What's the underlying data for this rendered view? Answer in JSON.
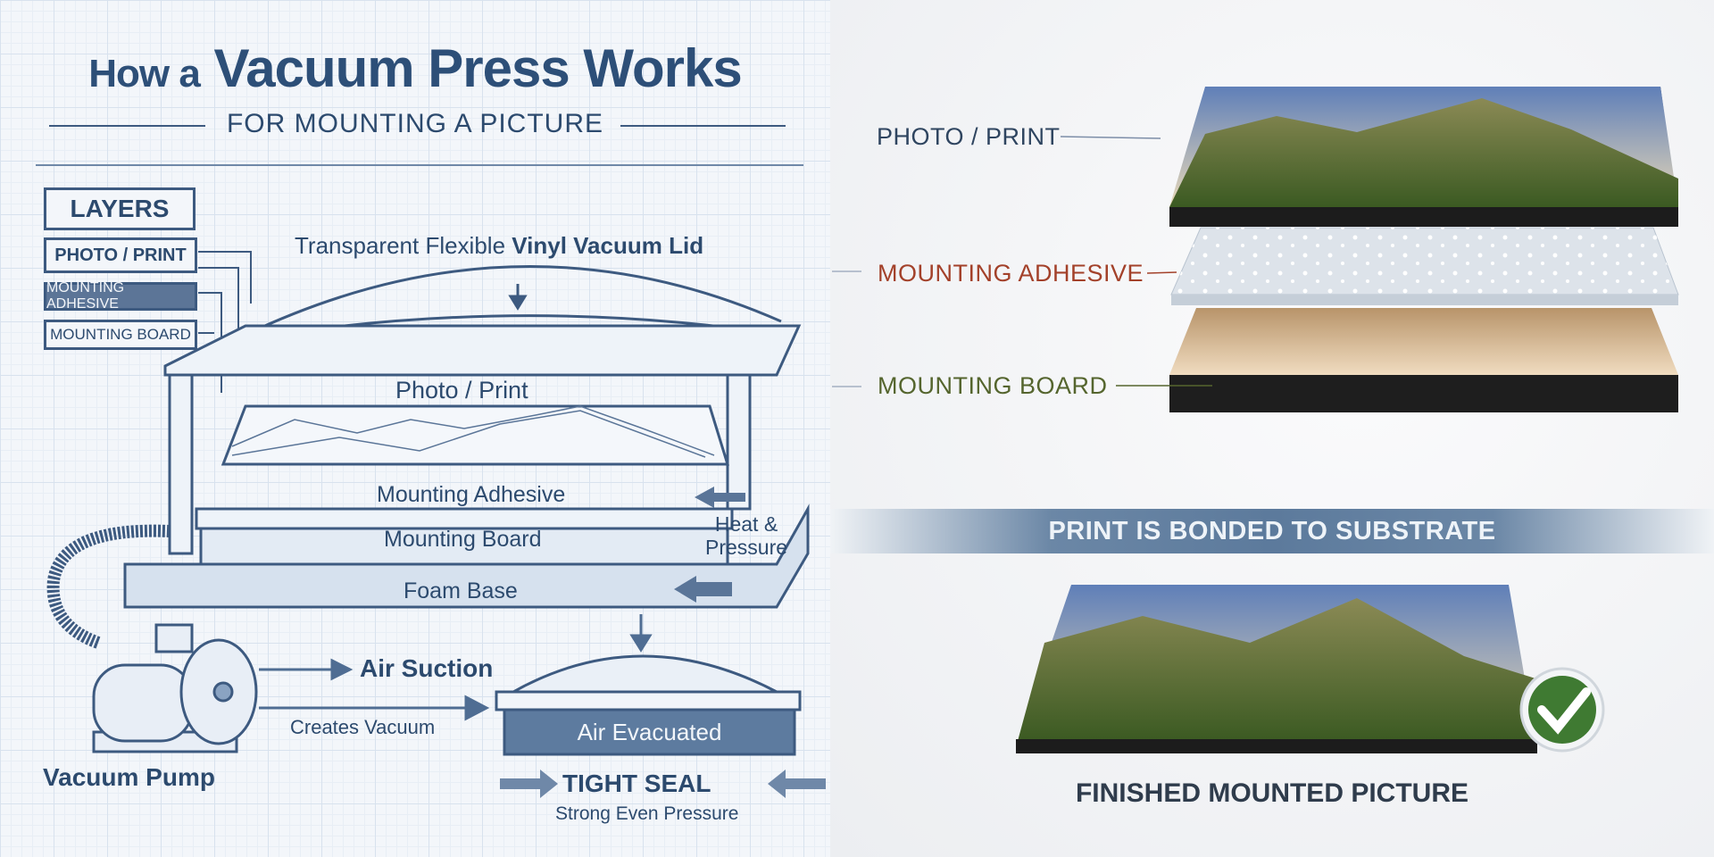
{
  "left_panel": {
    "title_prefix": "How a",
    "title_main": "Vacuum Press Works",
    "subtitle": "FOR MOUNTING A PICTURE",
    "layers": {
      "heading": "LAYERS",
      "items": [
        "PHOTO / PRINT",
        "MOUNTING ADHESIVE",
        "MOUNTING BOARD"
      ]
    },
    "lid_label_regular": "Transparent Flexible",
    "lid_label_bold": "Vinyl Vacuum Lid",
    "photo_label": "Photo / Print",
    "adhesive_label": "Mounting Adhesive",
    "board_label": "Mounting Board",
    "heat_label_line1": "Heat &",
    "heat_label_line2": "Pressure",
    "foam_label": "Foam Base",
    "air_suction_label": "Air Suction",
    "creates_vacuum_label": "Creates Vacuum",
    "air_evacuated_label": "Air Evacuated",
    "pump_label": "Vacuum Pump",
    "tight_seal_label": "TIGHT SEAL",
    "pressure_label": "Strong Even Pressure"
  },
  "right_panel": {
    "layer_labels": [
      {
        "text": "PHOTO / PRINT",
        "color": "#2f4560"
      },
      {
        "text": "MOUNTING ADHESIVE",
        "color": "#a3412a"
      },
      {
        "text": "MOUNTING BOARD",
        "color": "#55652e"
      }
    ],
    "banner": "PRINT IS BONDED TO SUBSTRATE",
    "finished_label": "FINISHED MOUNTED PICTURE",
    "check_color": "#3f7a32"
  }
}
